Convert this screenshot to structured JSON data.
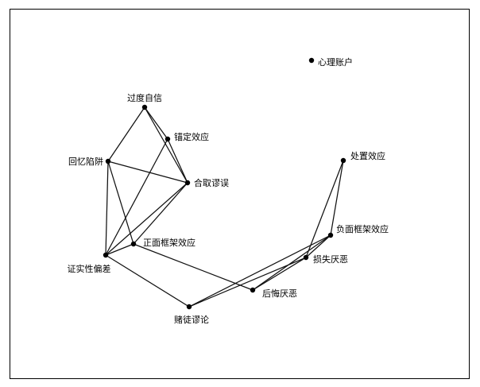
{
  "diagram": {
    "nodes": [
      {
        "id": "overconfidence",
        "label": "过度自信"
      },
      {
        "id": "anchoring",
        "label": "锚定效应"
      },
      {
        "id": "recall",
        "label": "回忆陷阱"
      },
      {
        "id": "conjunction",
        "label": "合取谬误"
      },
      {
        "id": "positive_framing",
        "label": "正面框架效应"
      },
      {
        "id": "confirmation",
        "label": "证实性偏差"
      },
      {
        "id": "gambler",
        "label": "赌徒谬论"
      },
      {
        "id": "regret",
        "label": "后悔厌恶"
      },
      {
        "id": "loss",
        "label": "损失厌恶"
      },
      {
        "id": "negative_framing",
        "label": "负面框架效应"
      },
      {
        "id": "disposition",
        "label": "处置效应"
      },
      {
        "id": "mental_accounting",
        "label": "心理账户"
      }
    ],
    "edges": [
      [
        "overconfidence",
        "recall"
      ],
      [
        "overconfidence",
        "anchoring"
      ],
      [
        "overconfidence",
        "conjunction"
      ],
      [
        "anchoring",
        "conjunction"
      ],
      [
        "recall",
        "conjunction"
      ],
      [
        "recall",
        "confirmation"
      ],
      [
        "recall",
        "positive_framing"
      ],
      [
        "anchoring",
        "confirmation"
      ],
      [
        "conjunction",
        "confirmation"
      ],
      [
        "conjunction",
        "positive_framing"
      ],
      [
        "confirmation",
        "positive_framing"
      ],
      [
        "confirmation",
        "gambler"
      ],
      [
        "positive_framing",
        "regret"
      ],
      [
        "gambler",
        "loss"
      ],
      [
        "gambler",
        "negative_framing"
      ],
      [
        "regret",
        "loss"
      ],
      [
        "regret",
        "negative_framing"
      ],
      [
        "loss",
        "disposition"
      ],
      [
        "negative_framing",
        "disposition"
      ],
      [
        "loss",
        "negative_framing"
      ]
    ]
  }
}
